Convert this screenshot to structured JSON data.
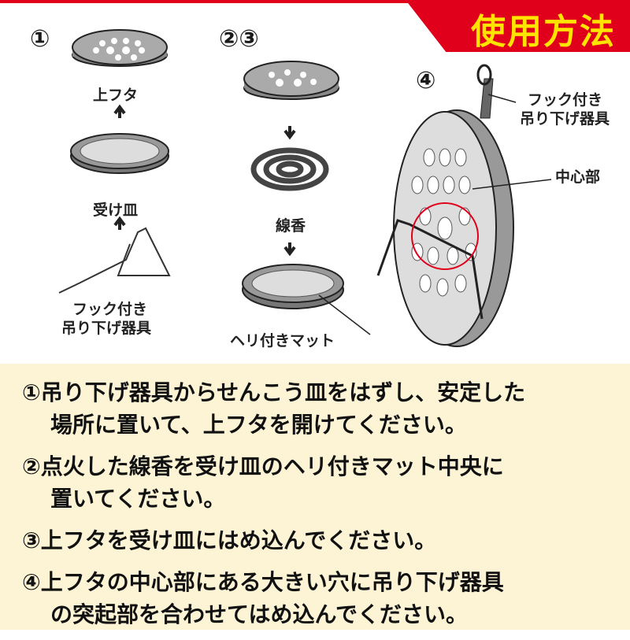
{
  "header": {
    "title": "使用方法"
  },
  "illustration": {
    "step1_number": "①",
    "step23_number": "②③",
    "step4_number": "④",
    "labels": {
      "top_lid": "上フタ",
      "tray": "受け皿",
      "hook_line1": "フック付き",
      "hook_line2": "吊り下げ器具",
      "incense": "線香",
      "mat": "ヘリ付きマット",
      "hook4_line1": "フック付き",
      "hook4_line2": "吊り下げ器具",
      "center": "中心部"
    }
  },
  "instructions": [
    {
      "line1": "①吊り下げ器具からせんこう皿をはずし、安定した",
      "line2": "場所に置いて、上フタを開けてください。"
    },
    {
      "line1": "②点火した線香を受け皿のヘリ付きマット中央に",
      "line2": "置いてください。"
    },
    {
      "line1": "③上フタを受け皿にはめ込んでください。",
      "line2": ""
    },
    {
      "line1": "④上フタの中心部にある大きい穴に吊り下げ器具",
      "line2": "の突起部を合わせてはめ込んでください。"
    }
  ],
  "colors": {
    "banner": "#e0001b",
    "banner_text": "#ffe400",
    "bottom_bg": "#fdf4d6"
  }
}
